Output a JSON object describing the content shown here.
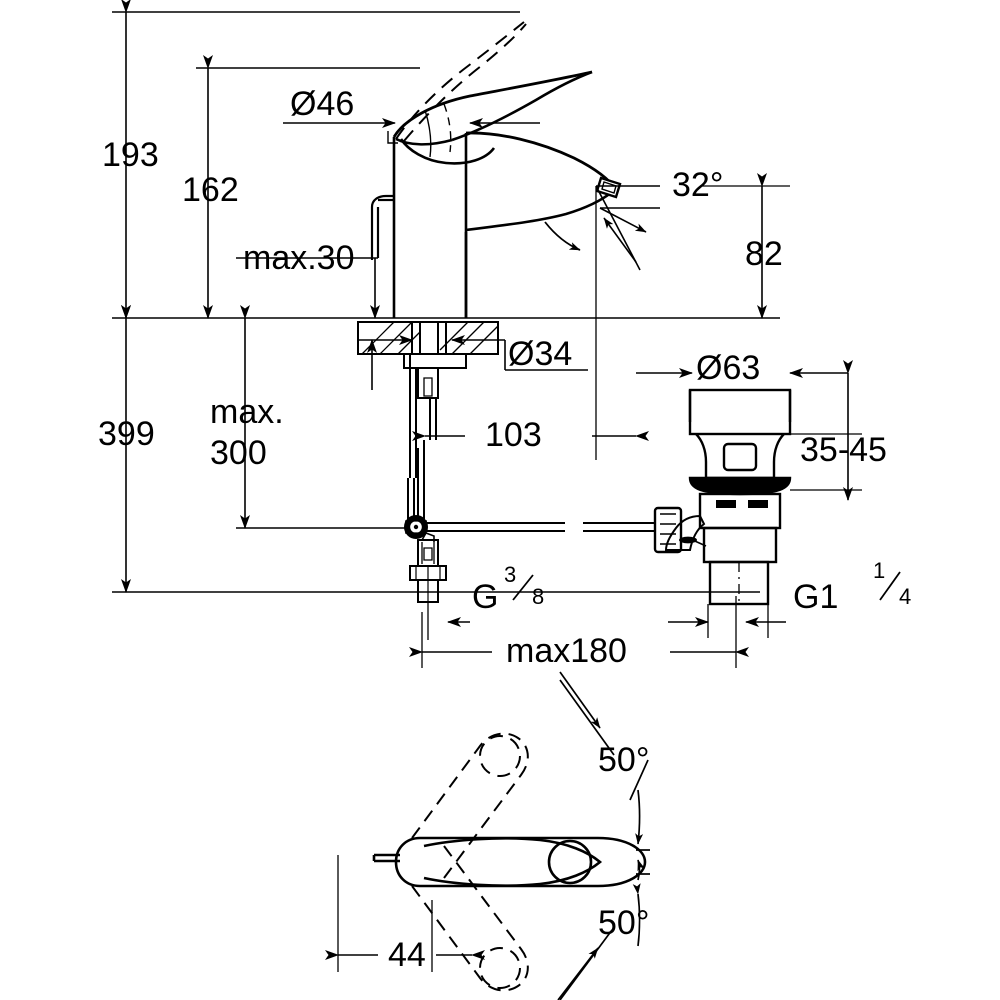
{
  "drawing": {
    "title": "Single-lever basin mixer dimensional drawing",
    "units": "mm",
    "line_color": "#000000",
    "background_color": "#ffffff"
  },
  "dimensions": {
    "overall_height": "193",
    "spout_height": "162",
    "deck_thickness": "max.30",
    "handle_diameter": "Ø46",
    "lever_angle": "32°",
    "spout_outlet_height": "82",
    "base_diameter": "Ø34",
    "below_deck_length": "399",
    "supply_hose_max": "max.\n300",
    "supply_hose_max_line1": "max.",
    "supply_hose_max_line2": "300",
    "spout_projection": "103",
    "waste_flange_diameter": "Ø63",
    "waste_thickness_range": "35-45",
    "supply_thread": "G",
    "supply_thread_num": "3",
    "supply_thread_den": "8",
    "waste_thread": "G1",
    "waste_thread_num": "1",
    "waste_thread_den": "4",
    "rod_max_length": "max180",
    "swivel_angle_upper": "50°",
    "swivel_angle_lower": "50°",
    "lever_width": "44"
  }
}
